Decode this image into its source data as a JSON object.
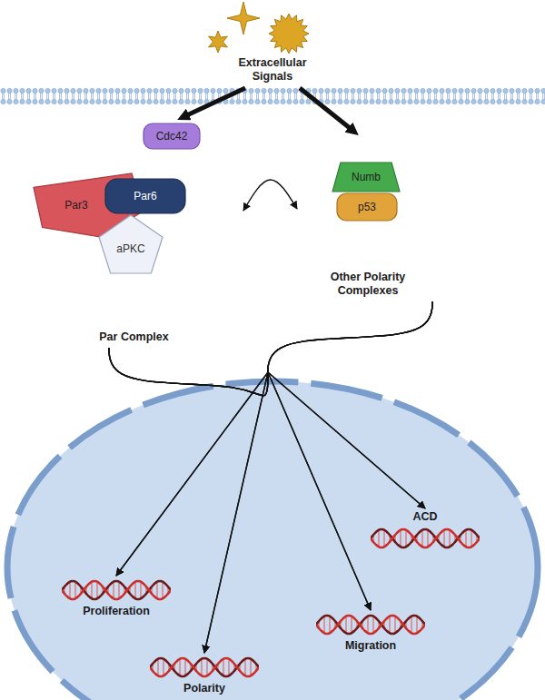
{
  "diagram": {
    "nodes": [
      {
        "text": [
          "Extracellular Signals"
        ]
      },
      {
        "text": [
          "Par Complex"
        ]
      },
      {
        "text": [
          "Cdc42"
        ],
        "in": 1
      },
      {
        "text": [
          "Par3"
        ],
        "in": 1
      },
      {
        "text": [
          "Par6"
        ],
        "in": 1
      },
      {
        "text": [
          "aPKC"
        ],
        "in": 1
      },
      {
        "text": [
          "Other Polarity Complexes"
        ]
      },
      {
        "text": [
          "Numb"
        ],
        "in": 6
      },
      {
        "text": [
          "p53"
        ],
        "in": 6
      },
      {
        "text": [
          "Proliferation"
        ]
      },
      {
        "text": [
          "Polarity"
        ]
      },
      {
        "text": [
          "Migration"
        ]
      },
      {
        "text": [
          "ACD"
        ]
      }
    ],
    "edges": [
      {
        "from": 0,
        "to": 1,
        "arrow": "to"
      },
      {
        "from": 0,
        "to": 6,
        "arrow": "to"
      },
      {
        "from": 1,
        "to": 6,
        "arrow": "both"
      },
      {
        "from": 1,
        "to": 9,
        "arrow": "to"
      },
      {
        "from": 1,
        "to": 10,
        "arrow": "to"
      },
      {
        "from": 1,
        "to": 11,
        "arrow": "to"
      },
      {
        "from": 1,
        "to": 12,
        "arrow": "to"
      },
      {
        "from": 6,
        "to": 9,
        "arrow": "to"
      },
      {
        "from": 6,
        "to": 10,
        "arrow": "to"
      },
      {
        "from": 6,
        "to": 11,
        "arrow": "to"
      },
      {
        "from": 6,
        "to": 12,
        "arrow": "to"
      }
    ]
  }
}
